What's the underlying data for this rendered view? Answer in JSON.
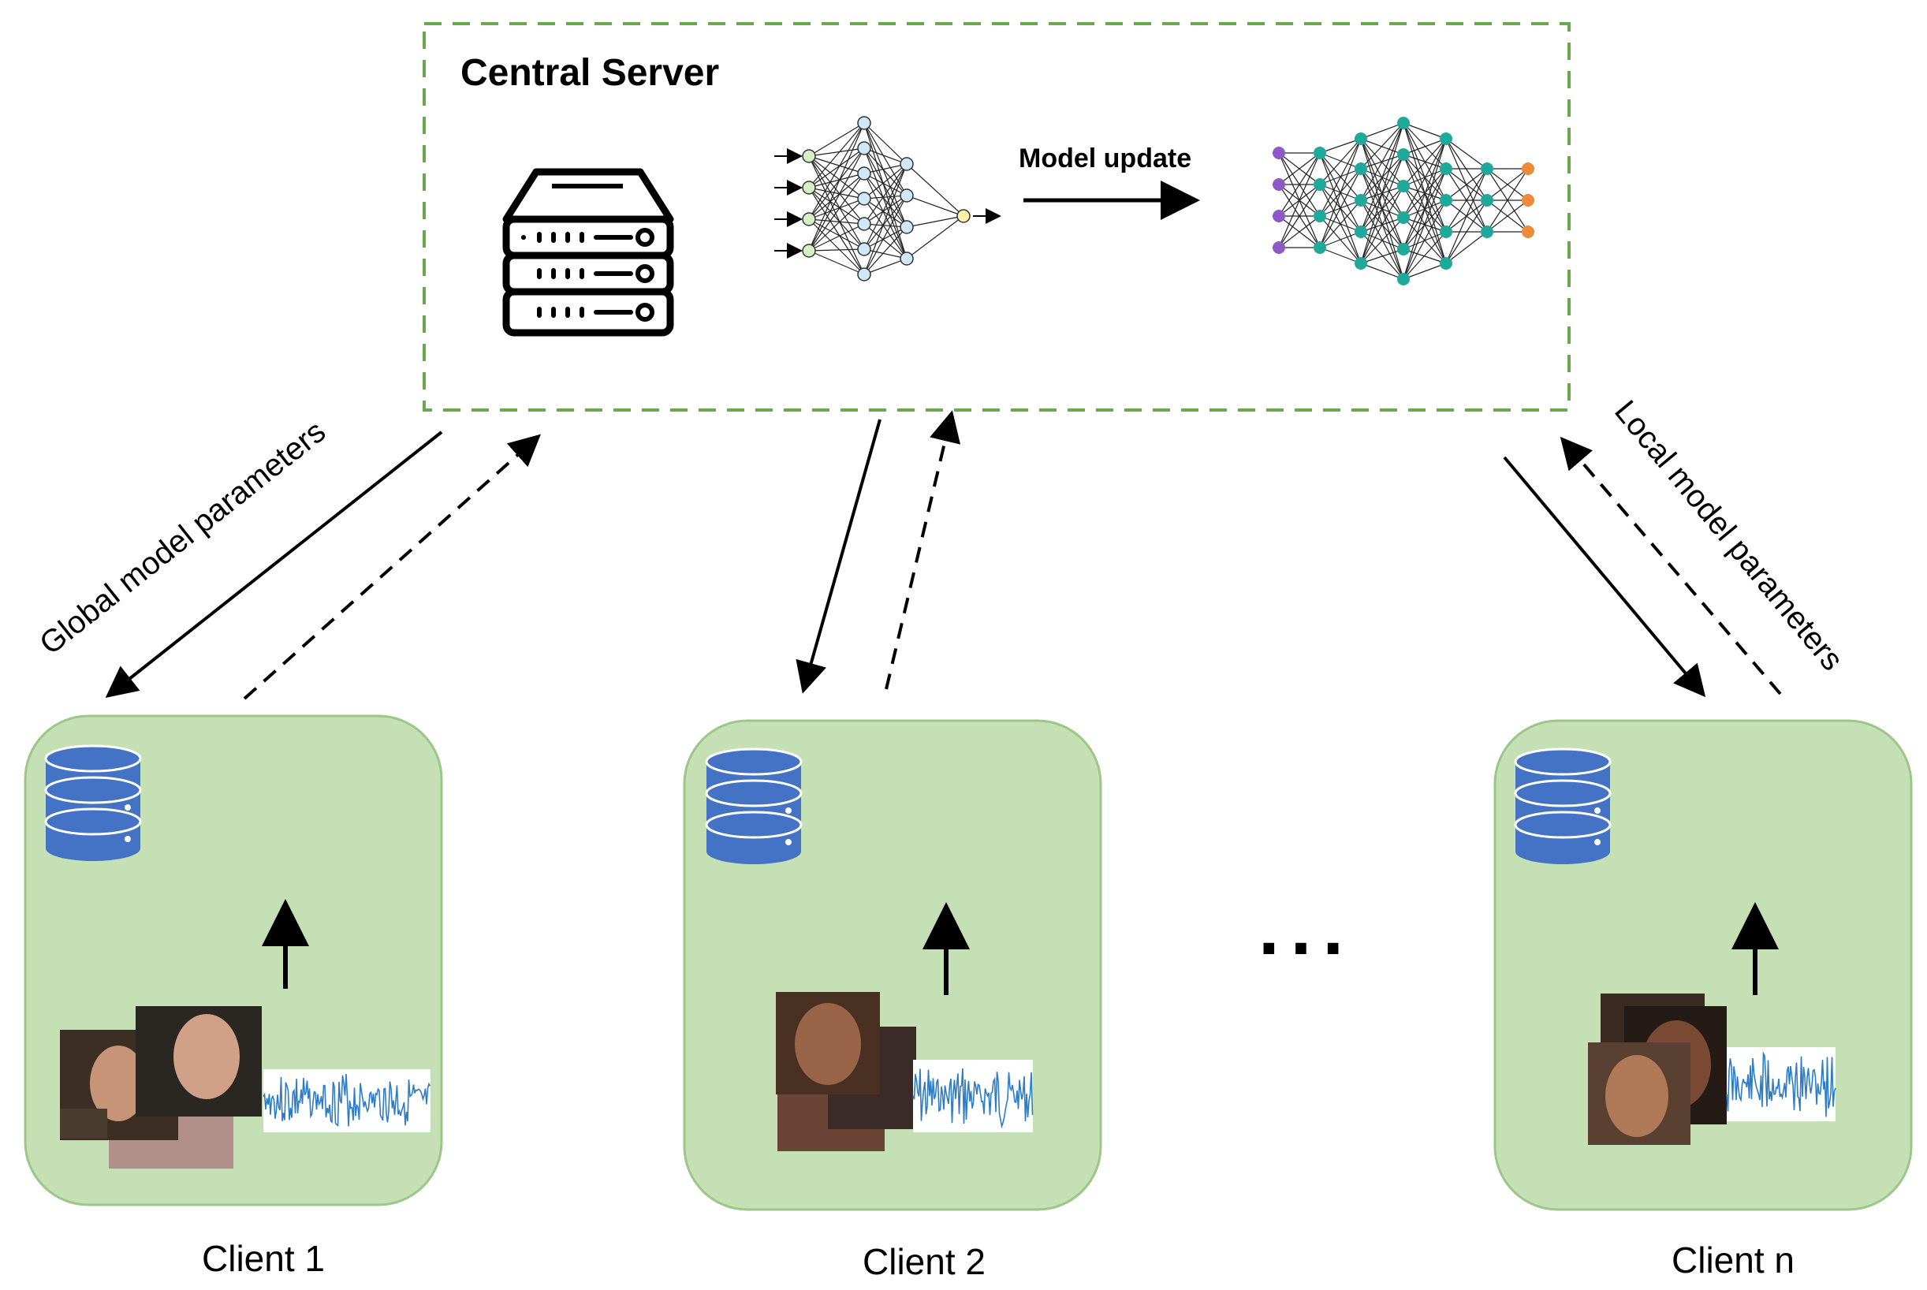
{
  "server": {
    "title": "Central Server",
    "update_label": "Model update"
  },
  "arrows": {
    "global_label": "Global model parameters",
    "local_label": "Local model parameters"
  },
  "clients": [
    {
      "label": "Client 1"
    },
    {
      "label": "Client 2"
    },
    {
      "label": "Client n"
    }
  ],
  "ellipsis": "...",
  "colors": {
    "server_border": "#6aa84f",
    "client_fill": "#c5e0b4",
    "client_border": "#9cc788",
    "database": "#4472c4",
    "input_node": "#d4f1c5",
    "hidden_node": "#cfe8f6",
    "output_node": "#fff2a8",
    "big_input": "#8e5ac8",
    "big_hidden": "#1fa99a",
    "big_output": "#ef8a3c",
    "waveform": "#2e7cc4"
  }
}
